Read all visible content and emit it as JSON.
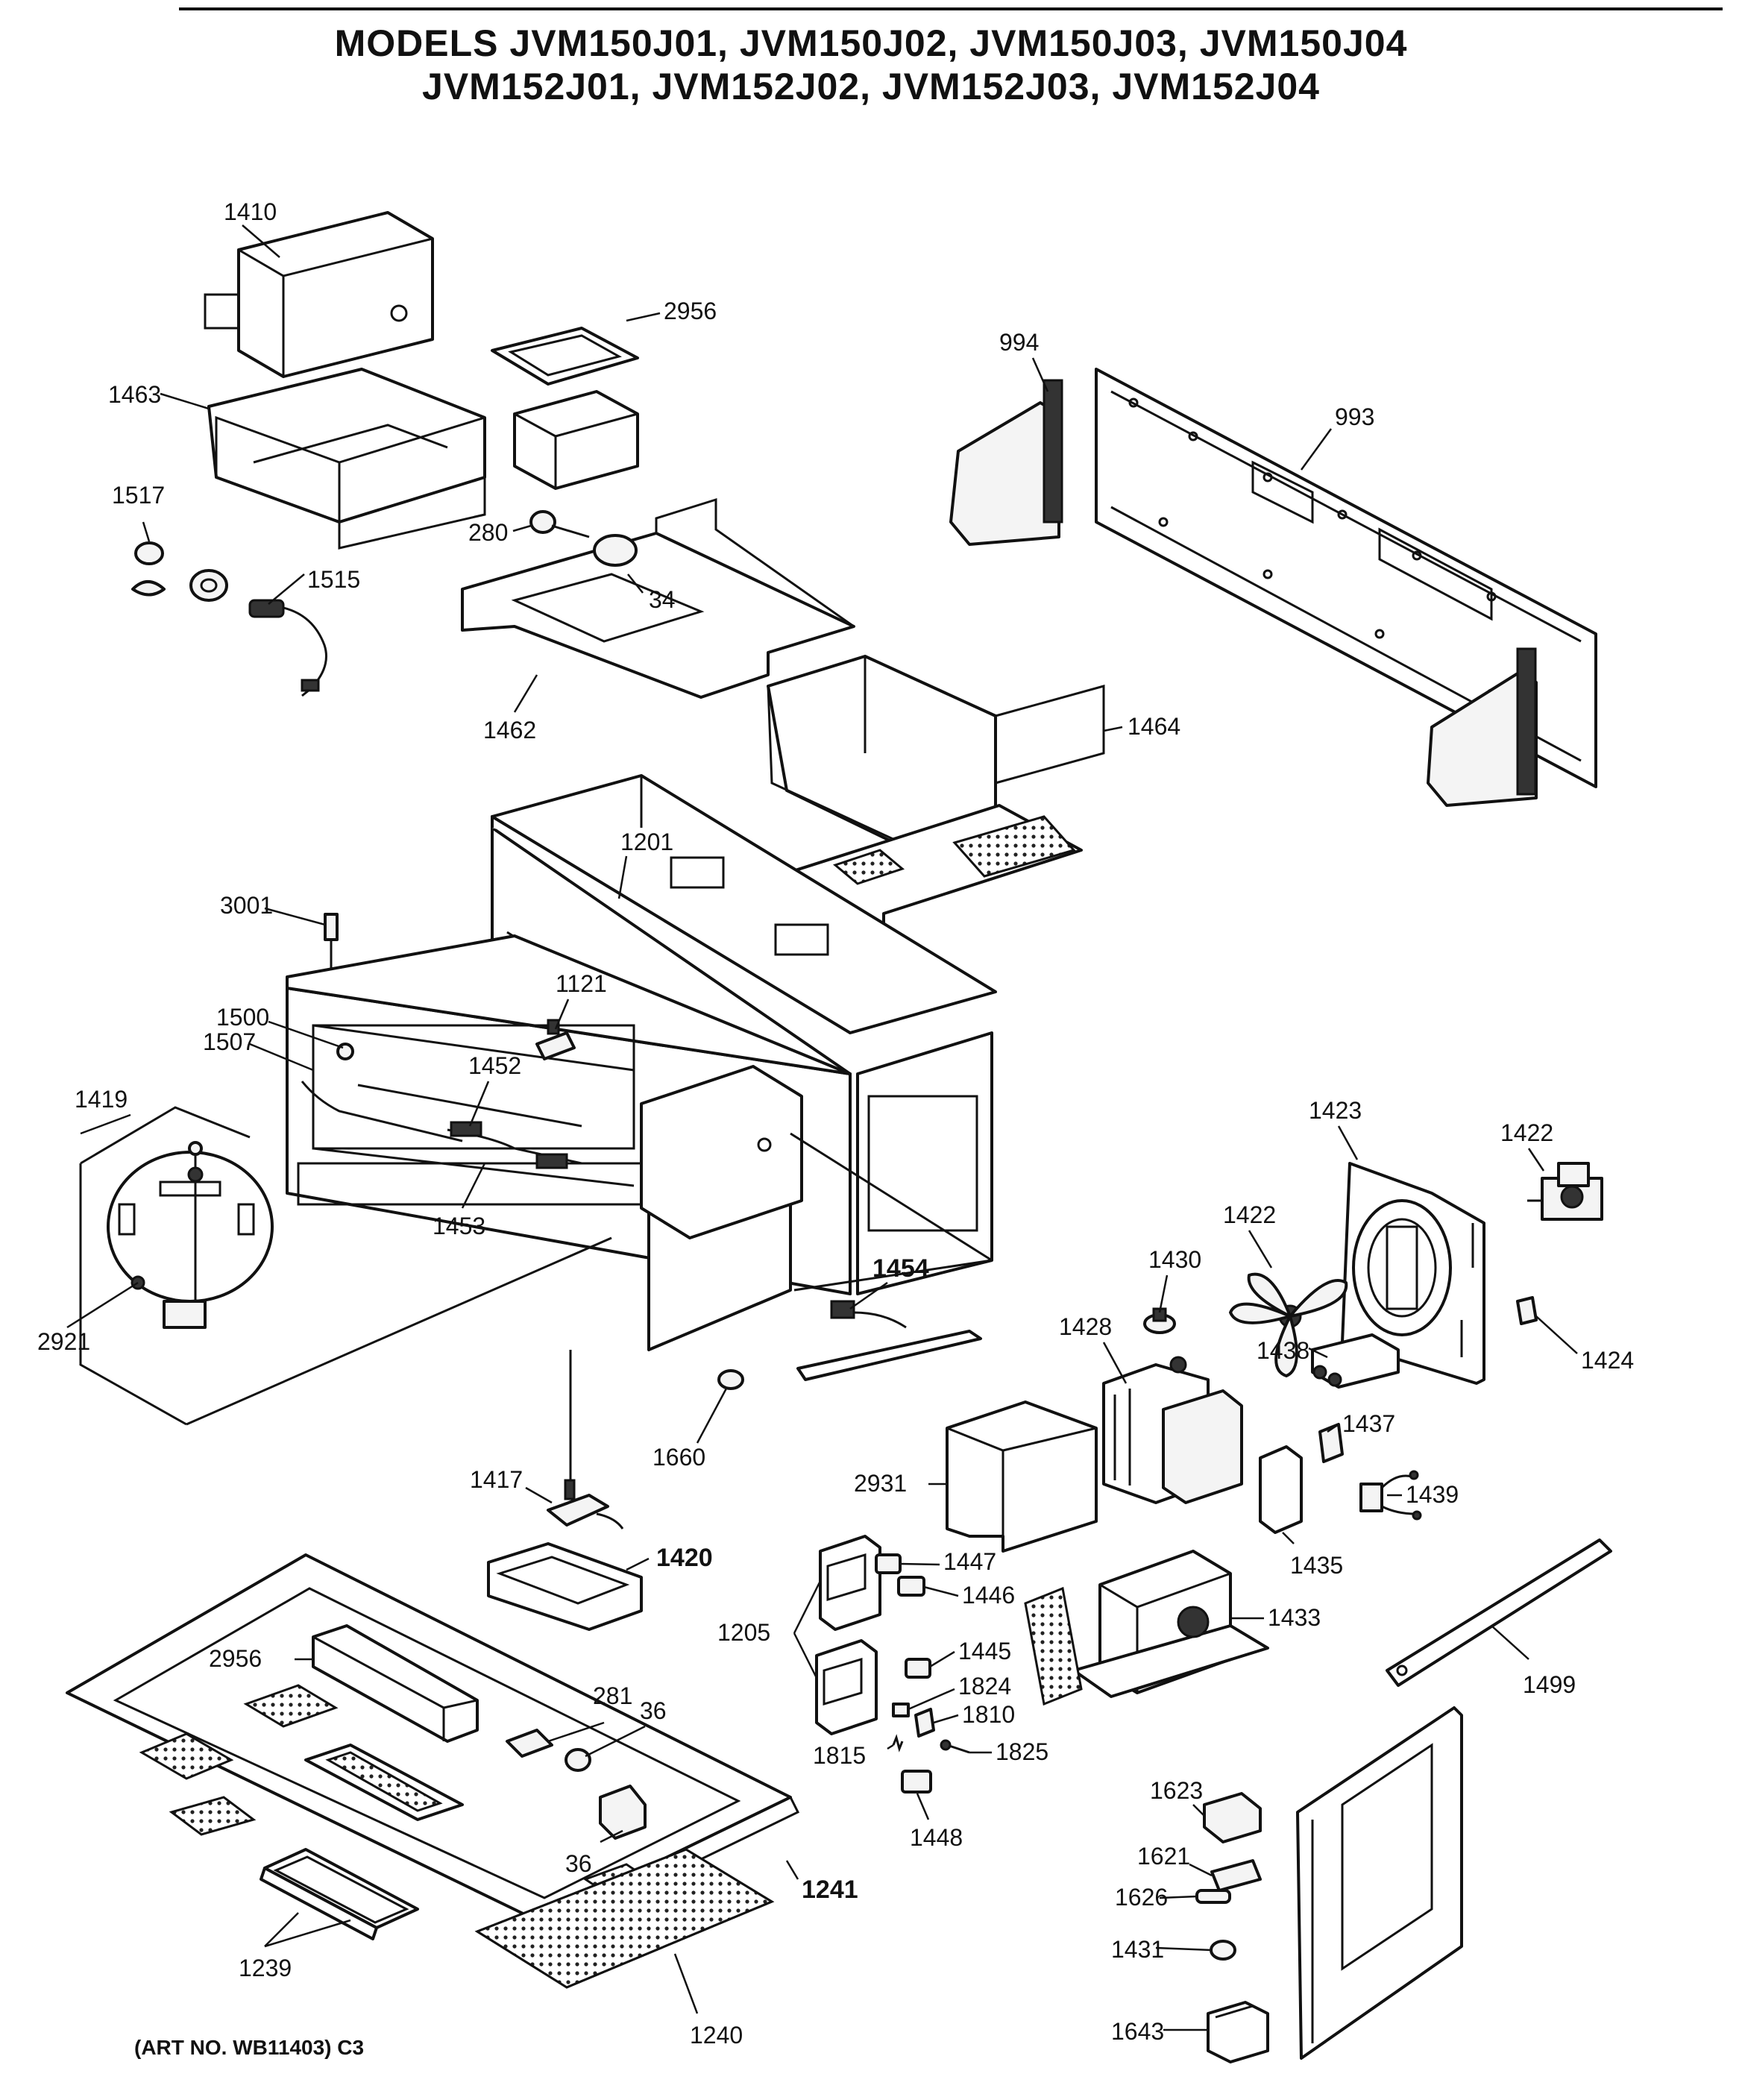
{
  "title": {
    "line1": "MODELS JVM150J01, JVM150J02, JVM150J03, JVM150J04",
    "line2": "JVM152J01, JVM152J02, JVM152J03, JVM152J04"
  },
  "footer": {
    "art_no": "(ART NO. WB11403) C3"
  },
  "parts": {
    "p1410": "1410",
    "p2956a": "2956",
    "p994": "994",
    "p993": "993",
    "p1463": "1463",
    "p1517": "1517",
    "p280": "280",
    "p34": "34",
    "p1515": "1515",
    "p1462": "1462",
    "p1464": "1464",
    "p1201": "1201",
    "p3001": "3001",
    "p1121": "1121",
    "p1500": "1500",
    "p1507": "1507",
    "p1452": "1452",
    "p1419": "1419",
    "p1423": "1423",
    "p1422a": "1422",
    "p1422b": "1422",
    "p1430": "1430",
    "p1454": "1454",
    "p1428": "1428",
    "p1424": "1424",
    "p1438": "1438",
    "p1437": "1437",
    "p2921": "2921",
    "p1453": "1453",
    "p1660": "1660",
    "p1417": "1417",
    "p2931": "2931",
    "p1439": "1439",
    "p1435": "1435",
    "p1420": "1420",
    "p1447": "1447",
    "p1446": "1446",
    "p1433": "1433",
    "p1205": "1205",
    "p1499": "1499",
    "p1445": "1445",
    "p2956b": "2956",
    "p1824": "1824",
    "p281": "281",
    "p1810": "1810",
    "p36a": "36",
    "p1815": "1815",
    "p1825": "1825",
    "p1448": "1448",
    "p1623": "1623",
    "p36b": "36",
    "p1621": "1621",
    "p1241": "1241",
    "p1626": "1626",
    "p1239": "1239",
    "p1431": "1431",
    "p1240": "1240",
    "p1643": "1643"
  }
}
